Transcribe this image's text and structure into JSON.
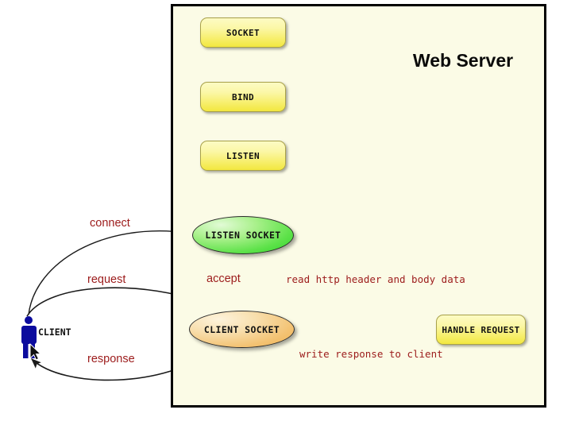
{
  "diagram": {
    "type": "flowchart",
    "title": "Web Server socket lifecycle",
    "panel": {
      "title": "Web Server",
      "background_color": "#fbfbe6",
      "border_color": "#000000"
    },
    "colors": {
      "process_box_fill": "#f7ef6e",
      "listen_socket_fill": "#3ad62f",
      "client_socket_fill": "#efb251",
      "edge_label_text": "#9c1b1b",
      "client_figure": "#0b0b9e",
      "edge_stroke": "#1a1a1a"
    },
    "nodes": [
      {
        "id": "socket",
        "label": "SOCKET",
        "shape": "rounded-rect"
      },
      {
        "id": "bind",
        "label": "BIND",
        "shape": "rounded-rect"
      },
      {
        "id": "listen",
        "label": "LISTEN",
        "shape": "rounded-rect"
      },
      {
        "id": "listen-socket",
        "label": "LISTEN SOCKET",
        "shape": "ellipse"
      },
      {
        "id": "client-socket",
        "label": "CLIENT SOCKET",
        "shape": "ellipse"
      },
      {
        "id": "handle-request",
        "label": "HANDLE REQUEST",
        "shape": "rounded-rect"
      },
      {
        "id": "client",
        "label": "CLIENT",
        "shape": "actor"
      }
    ],
    "edges": [
      {
        "id": "socket-bind",
        "from": "socket",
        "to": "bind",
        "label": ""
      },
      {
        "id": "bind-listen",
        "from": "bind",
        "to": "listen",
        "label": ""
      },
      {
        "id": "listen-listensocket",
        "from": "listen",
        "to": "listen-socket",
        "label": ""
      },
      {
        "id": "connect",
        "from": "client",
        "to": "listen-socket",
        "label": "connect"
      },
      {
        "id": "accept",
        "from": "listen-socket",
        "to": "client-socket",
        "label": "accept"
      },
      {
        "id": "request",
        "from": "client",
        "to": "client-socket",
        "label": "request"
      },
      {
        "id": "read",
        "from": "client-socket",
        "to": "handle-request",
        "label": "read http header and body data"
      },
      {
        "id": "write",
        "from": "handle-request",
        "to": "client-socket",
        "label": "write response to client"
      },
      {
        "id": "response",
        "from": "client-socket",
        "to": "client",
        "label": "response"
      }
    ]
  }
}
